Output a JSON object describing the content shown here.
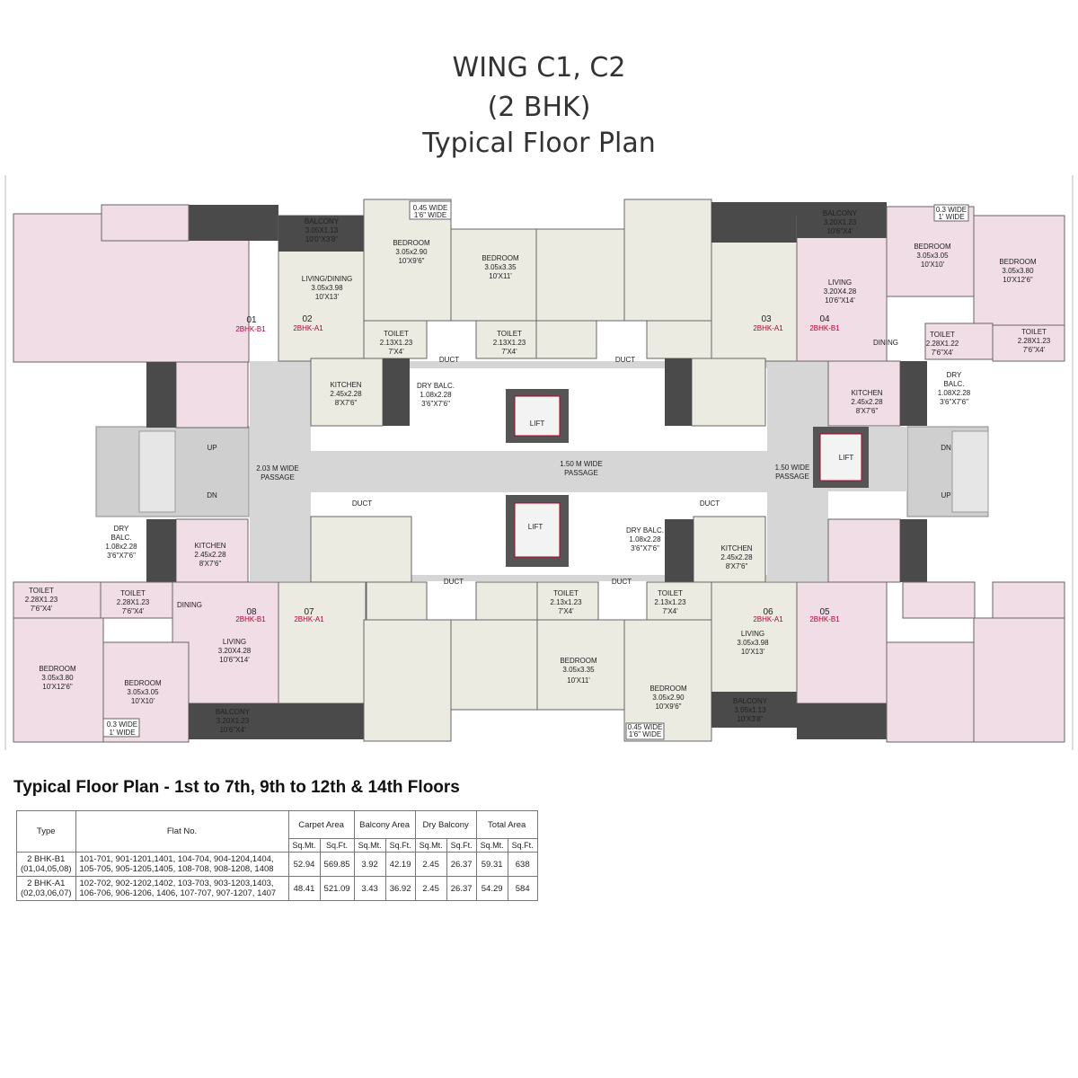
{
  "title": {
    "line1": "WING C1, C2",
    "line2": "(2 BHK)",
    "line3": "Typical Floor Plan"
  },
  "plan": {
    "units": [
      {
        "id": "01",
        "type": "2BHK-B1"
      },
      {
        "id": "02",
        "type": "2BHK-A1"
      },
      {
        "id": "03",
        "type": "2BHK-A1"
      },
      {
        "id": "04",
        "type": "2BHK-B1"
      },
      {
        "id": "05",
        "type": "2BHK-B1"
      },
      {
        "id": "06",
        "type": "2BHK-A1"
      },
      {
        "id": "07",
        "type": "2BHK-A1"
      },
      {
        "id": "08",
        "type": "2BHK-B1"
      }
    ],
    "rooms": {
      "balcony_02": [
        "BALCONY",
        "3.05X1.13",
        "10'0\"X3'8\""
      ],
      "wide_02": [
        "0.45 WIDE",
        "1'6\" WIDE"
      ],
      "bedroom_02a": [
        "BEDROOM",
        "3.05x2.90",
        "10'X9'6\""
      ],
      "living_02": [
        "LIVING/DINING",
        "3.05x3.98",
        "10'X13'"
      ],
      "bedroom_02b": [
        "BEDROOM",
        "3.05x3.35",
        "10'X11'"
      ],
      "toilet_02a": [
        "TOILET",
        "2.13X1.23",
        "7'X4'"
      ],
      "toilet_02b": [
        "TOILET",
        "2.13X1.23",
        "7'X4'"
      ],
      "kitchen_02": [
        "KITCHEN",
        "2.45x2.28",
        "8'X7'6\""
      ],
      "drybalc_02": [
        "DRY BALC.",
        "1.08x2.28",
        "3'6\"X7'6\""
      ],
      "duct_1": "DUCT",
      "duct_2": "DUCT",
      "duct_3": "DUCT",
      "duct_4": "DUCT",
      "duct_5": "DUCT",
      "duct_6": "DUCT",
      "balcony_04": [
        "BALCONY",
        "3.20X1.23",
        "10'6\"X4'"
      ],
      "wide_04": [
        "0.3 WIDE",
        "1' WIDE"
      ],
      "bedroom_04a": [
        "BEDROOM",
        "3.05x3.05",
        "10'X10'"
      ],
      "bedroom_04b": [
        "BEDROOM",
        "3.05x3.80",
        "10'X12'6\""
      ],
      "living_04": [
        "LIVING",
        "3.20X4.28",
        "10'6\"X14'"
      ],
      "dining_04": "DINING",
      "toilet_04a": [
        "TOILET",
        "2.28X1.22",
        "7'6\"X4'"
      ],
      "toilet_04b": [
        "TOILET",
        "2.28X1.23",
        "7'6\"X4'"
      ],
      "kitchen_04": [
        "KITCHEN",
        "2.45x2.28",
        "8'X7'6\""
      ],
      "drybalc_04": [
        "DRY",
        "BALC.",
        "1.08X2.28",
        "3'6\"X7'6\""
      ],
      "lift_1": "LIFT",
      "lift_2": "LIFT",
      "lift_3": "LIFT",
      "up_left": "UP",
      "dn_left": "DN",
      "dn_right": "DN",
      "up_right": "UP",
      "passage_left": [
        "2.03 M WIDE",
        "PASSAGE"
      ],
      "passage_mid": [
        "1.50 M WIDE",
        "PASSAGE"
      ],
      "passage_right": [
        "1.50 WIDE",
        "PASSAGE"
      ],
      "drybalc_08": [
        "DRY",
        "BALC.",
        "1.08x2.28",
        "3'6\"X7'6\""
      ],
      "kitchen_08": [
        "KITCHEN",
        "2.45x2.28",
        "8'X7'6\""
      ],
      "toilet_08a": [
        "TOILET",
        "2.28X1.23",
        "7'6\"X4'"
      ],
      "toilet_08b": [
        "TOILET",
        "2.28X1.23",
        "7'6\"X4'"
      ],
      "dining_08": "DINING",
      "living_08": [
        "LIVING",
        "3.20X4.28",
        "10'6\"X14'"
      ],
      "bedroom_08a": [
        "BEDROOM",
        "3.05x3.80",
        "10'X12'6\""
      ],
      "bedroom_08b": [
        "BEDROOM",
        "3.05x3.05",
        "10'X10'"
      ],
      "wide_08": [
        "0.3 WIDE",
        "1' WIDE"
      ],
      "balcony_08": [
        "BALCONY",
        "3.20X1.23",
        "10'6\"X4'"
      ],
      "drybalc_06": [
        "DRY BALC.",
        "1.08x2.28",
        "3'6\"X7'6\""
      ],
      "kitchen_06": [
        "KITCHEN",
        "2.45x2.28",
        "8'X7'6\""
      ],
      "toilet_06a": [
        "TOILET",
        "2.13x1.23",
        "7'X4'"
      ],
      "toilet_06b": [
        "TOILET",
        "2.13x1.23",
        "7'X4'"
      ],
      "living_06": [
        "LIVING",
        "3.05x3.98",
        "10'X13'"
      ],
      "bedroom_06a": [
        "BEDROOM",
        "3.05x3.35",
        "10'X11'"
      ],
      "bedroom_06b": [
        "BEDROOM",
        "3.05x2.90",
        "10'X9'6\""
      ],
      "balcony_06": [
        "BALCONY",
        "3.05x1.13",
        "10'X3'8\""
      ],
      "wide_06": [
        "0.45 WIDE",
        "1'6\" WIDE"
      ]
    },
    "colors": {
      "pink": "#f1dde6",
      "beige": "#ebebe2",
      "passage": "#d6d6d6",
      "wall": "#4a4a4a",
      "tag": "#b3002d"
    }
  },
  "table": {
    "title": "Typical Floor Plan - 1st to 7th, 9th to 12th & 14th Floors",
    "headers": [
      "Type",
      "Flat No.",
      "Carpet Area",
      "Balcony Area",
      "Dry Balcony",
      "Total Area"
    ],
    "subheaders": [
      "Sq.Mt.",
      "Sq.Ft.",
      "Sq.Mt.",
      "Sq.Ft.",
      "Sq.Mt.",
      "Sq.Ft.",
      "Sq.Mt.",
      "Sq.Ft."
    ],
    "rows": [
      {
        "type": [
          "2 BHK-B1",
          "(01,04,05,08)"
        ],
        "flats": [
          "101-701, 901-1201,1401,  104-704, 904-1204,1404,",
          "105-705, 905-1205,1405,  108-708, 908-1208, 1408"
        ],
        "values": [
          "52.94",
          "569.85",
          "3.92",
          "42.19",
          "2.45",
          "26.37",
          "59.31",
          "638"
        ]
      },
      {
        "type": [
          "2 BHK-A1",
          "(02,03,06,07)"
        ],
        "flats": [
          "102-702, 902-1202,1402,  103-703, 903-1203,1403,",
          "106-706, 906-1206, 1406, 107-707, 907-1207, 1407"
        ],
        "values": [
          "48.41",
          "521.09",
          "3.43",
          "36.92",
          "2.45",
          "26.37",
          "54.29",
          "584"
        ]
      }
    ]
  }
}
